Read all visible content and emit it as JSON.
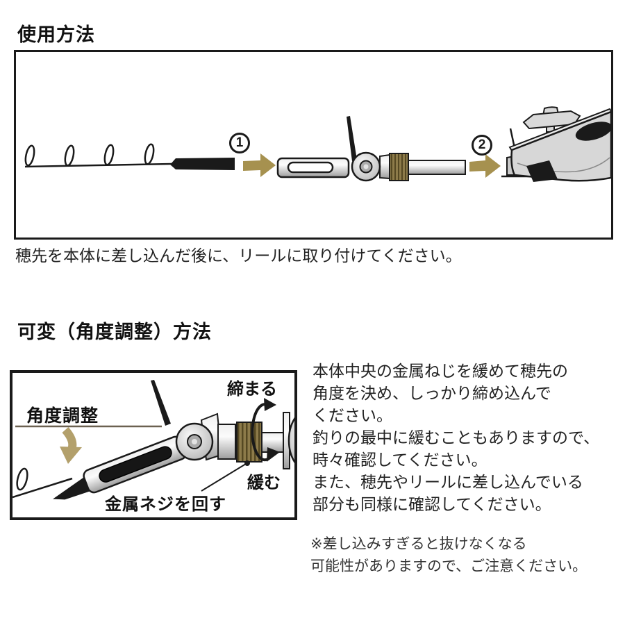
{
  "colors": {
    "accent_tan": "#a6914f",
    "screw_khaki": "#8d7b4a",
    "outline": "#1a1a1a"
  },
  "section_usage": {
    "heading": "使用方法",
    "step1_label": "1",
    "step2_label": "2",
    "caption": "穂先を本体に差し込んだ後に、リールに取り付けてください。"
  },
  "section_adjust": {
    "heading": "可変（角度調整）方法",
    "labels": {
      "angle_adjust": "角度調整",
      "tighten": "締まる",
      "loosen": "緩む",
      "turn_screw": "金属ネジを回す"
    },
    "body_lines": [
      "本体中央の金属ねじを緩めて穂先の",
      "角度を決め、しっかり締め込んで",
      "ください。",
      "釣りの最中に緩むこともありますので、",
      "時々確認してください。",
      "また、穂先やリールに差し込んでいる",
      "部分も同様に確認してください。"
    ],
    "note_lines": [
      "※差し込みすぎると抜けなくなる",
      "可能性がありますので、ご注意ください。"
    ]
  }
}
